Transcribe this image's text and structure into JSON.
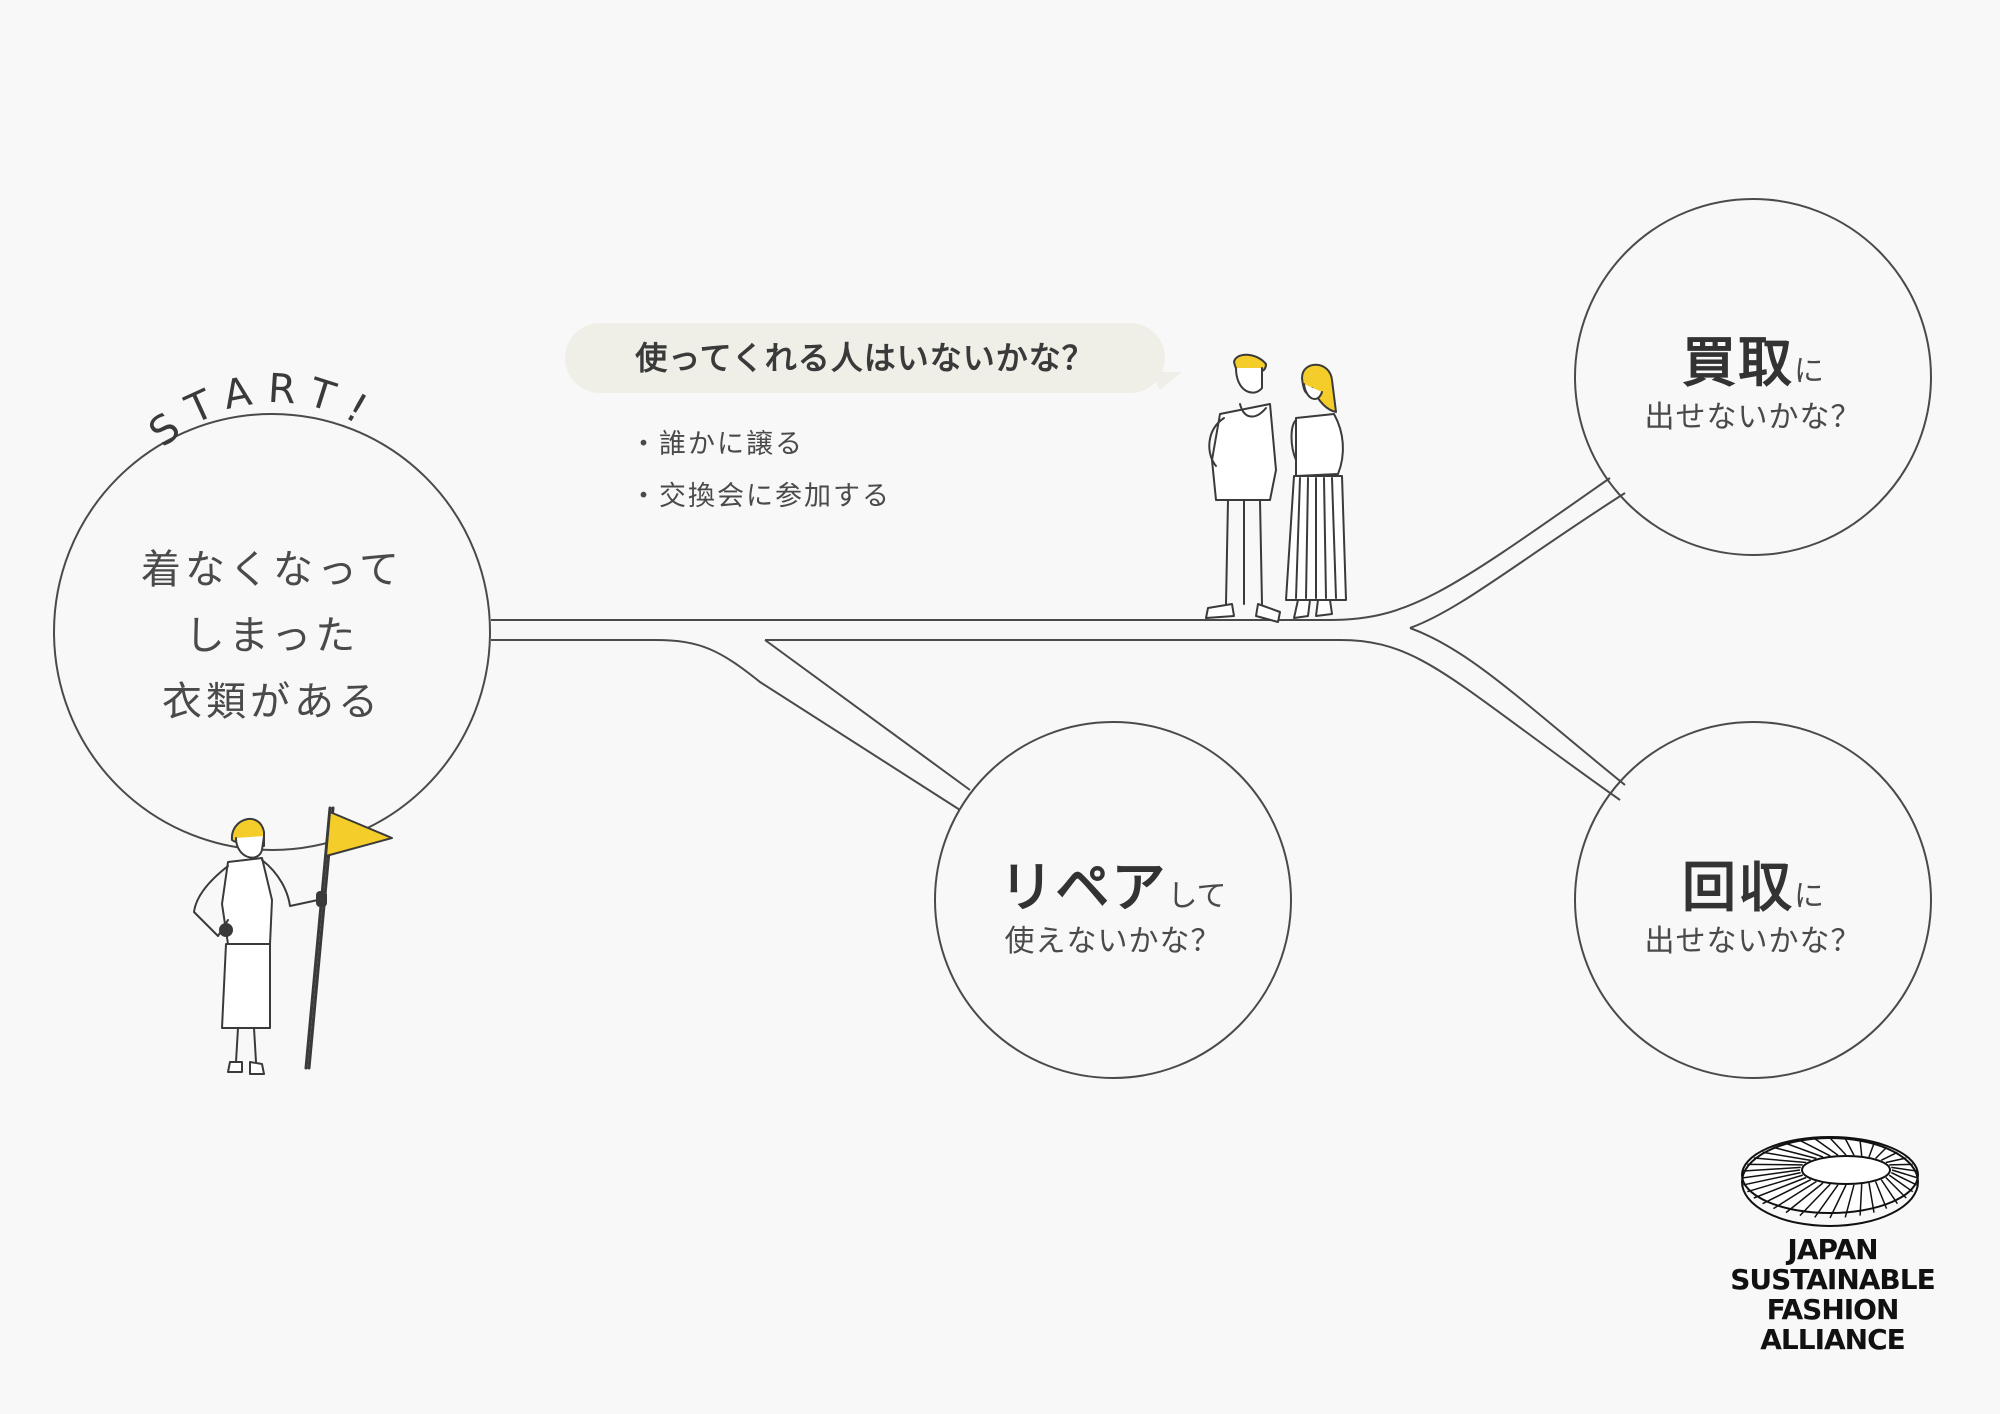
{
  "start": {
    "arc_label": "START!",
    "lines": [
      "着なくなって",
      "しまった",
      "衣類がある"
    ]
  },
  "speech": {
    "text": "使ってくれる人はいないかな？",
    "items": [
      "・誰かに譲る",
      "・交換会に参加する"
    ]
  },
  "kaitori": {
    "main": "買取",
    "suffix": "に",
    "sub": "出せないかな？"
  },
  "repair": {
    "main": "リペア",
    "suffix": "して",
    "sub": "使えないかな？"
  },
  "kaishu": {
    "main": "回収",
    "suffix": "に",
    "sub": "出せないかな？"
  },
  "logo": {
    "lines": [
      "JAPAN",
      "SUSTAINABLE",
      "FASHION",
      "ALLIANCE"
    ]
  },
  "colors": {
    "accent": "#f5cd2a",
    "line": "#4a4a4a",
    "background": "#f8f8f8"
  }
}
